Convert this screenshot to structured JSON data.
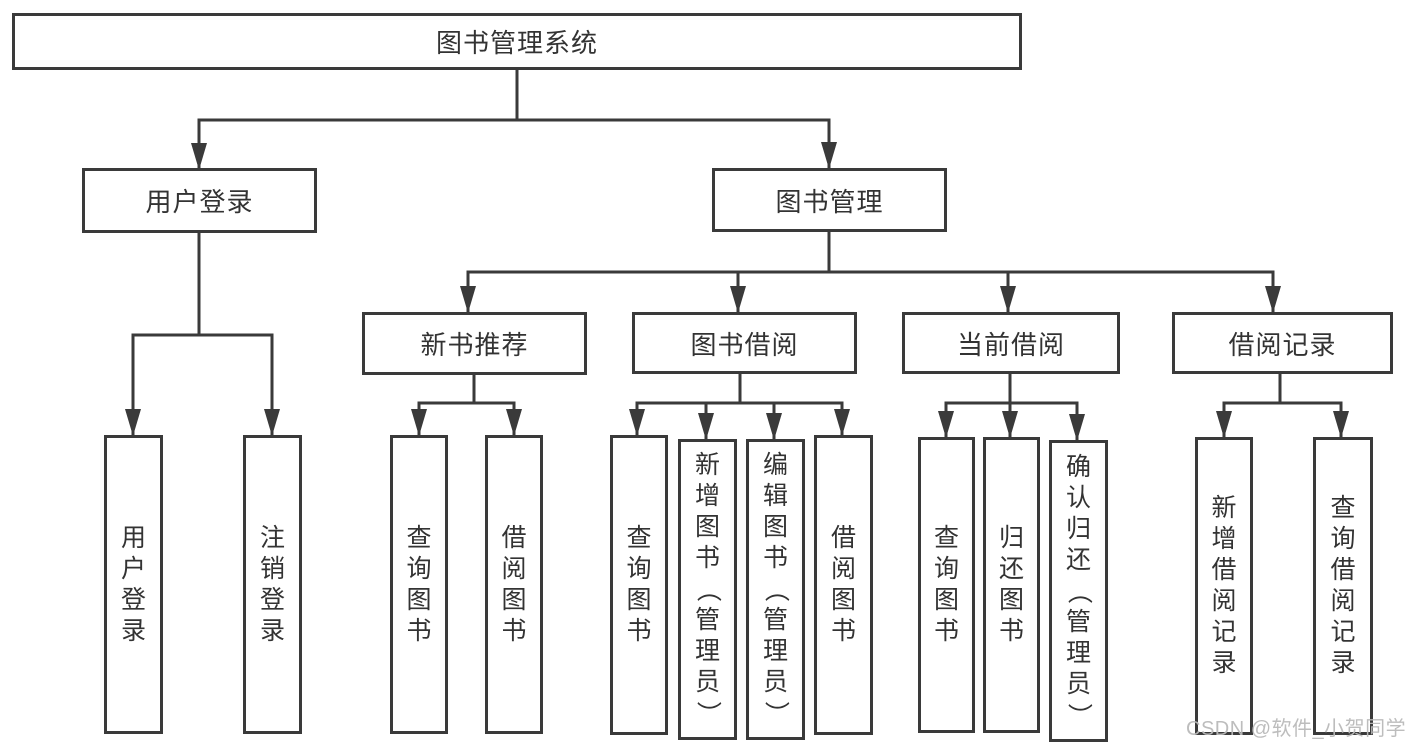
{
  "tree": {
    "label": "图书管理系统",
    "children": [
      {
        "label": "用户登录",
        "children": [
          {
            "label": "用户登录"
          },
          {
            "label": "注销登录"
          }
        ]
      },
      {
        "label": "图书管理",
        "children": [
          {
            "label": "新书推荐",
            "children": [
              {
                "label": "查询图书"
              },
              {
                "label": "借阅图书"
              }
            ]
          },
          {
            "label": "图书借阅",
            "children": [
              {
                "label": "查询图书"
              },
              {
                "label": "新增图书（管理员）"
              },
              {
                "label": "编辑图书（管理员）"
              },
              {
                "label": "借阅图书"
              }
            ]
          },
          {
            "label": "当前借阅",
            "children": [
              {
                "label": "查询图书"
              },
              {
                "label": "归还图书"
              },
              {
                "label": "确认归还（管理员）"
              }
            ]
          },
          {
            "label": "借阅记录",
            "children": [
              {
                "label": "新增借阅记录"
              },
              {
                "label": "查询借阅记录"
              }
            ]
          }
        ]
      }
    ]
  },
  "watermark": "CSDN @软件_小贺同学",
  "colors": {
    "line": "#3a3a3a",
    "box_border": "#3a3a3a",
    "text": "#333333",
    "watermark": "#b9b9b9",
    "background": "#ffffff"
  }
}
